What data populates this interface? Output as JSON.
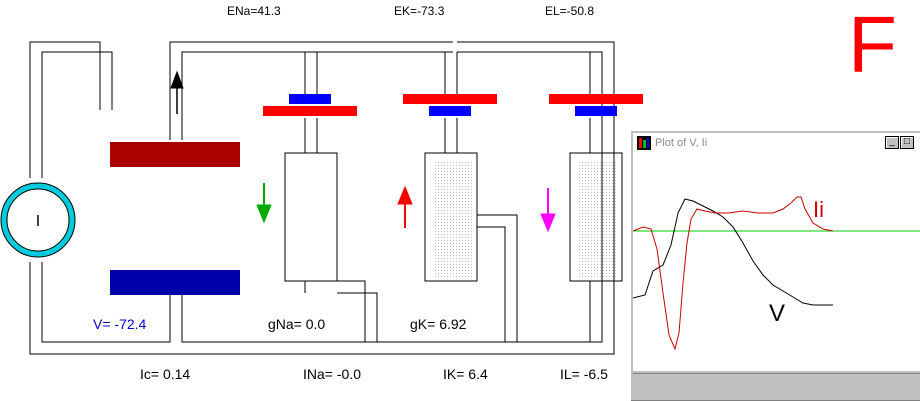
{
  "reversal": {
    "ena": "ENa=41.3",
    "ek": "EK=-73.3",
    "el": "EL=-50.8"
  },
  "panel_letter": "F",
  "source_label": "I",
  "voltage": {
    "text": "V= -72.4",
    "color": "#0000cc"
  },
  "conductances": {
    "gna": "gNa= 0.0",
    "gk": "gK= 6.92"
  },
  "currents": {
    "ic": "Ic= 0.14",
    "ina": "INa= -0.0",
    "ik": "IK= 6.4",
    "il": "IL= -6.5"
  },
  "colors": {
    "membrane_top": "#aa0000",
    "membrane_bottom": "#0000aa",
    "battery_long": "#ff0000",
    "battery_short": "#0000ff",
    "source_ring": "#00ccdd",
    "arrow_na": "#00aa00",
    "arrow_k": "#ff0000",
    "arrow_l": "#ff00ff",
    "arrow_c": "#000000",
    "letter": "#ff0000"
  },
  "plot_window": {
    "title": "Plot of V, Ii",
    "controls": {
      "minimize": "_",
      "maximize": "□"
    },
    "labels": {
      "ii": "Ii",
      "v": "V"
    }
  }
}
